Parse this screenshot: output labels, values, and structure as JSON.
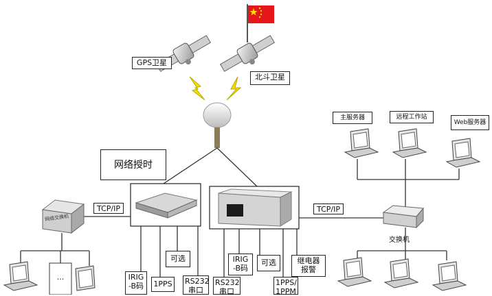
{
  "satellites": {
    "gps_label": "GPS卫星",
    "beidou_label": "北斗卫星"
  },
  "network_timing_label": "网络授时",
  "left_switch_label": "网络交换机",
  "tcpip_left": "TCP/IP",
  "tcpip_right": "TCP/IP",
  "right_switch_label": "交换机",
  "servers": {
    "main": "主服务器",
    "remote": "远程工作站",
    "web": "Web服务器"
  },
  "dev1_outputs": [
    {
      "label": "IRIG\n-B码"
    },
    {
      "label": "1PPS"
    },
    {
      "label": "可选"
    },
    {
      "label": "RS232\n串口"
    }
  ],
  "dev2_outputs": [
    {
      "label": "RS232\n串口"
    },
    {
      "label": "IRIG\n-B码"
    },
    {
      "label": "可选"
    },
    {
      "label": "1PPS/\n1PPM"
    },
    {
      "label": "继电器\n报警"
    }
  ],
  "ellipsis": "..."
}
